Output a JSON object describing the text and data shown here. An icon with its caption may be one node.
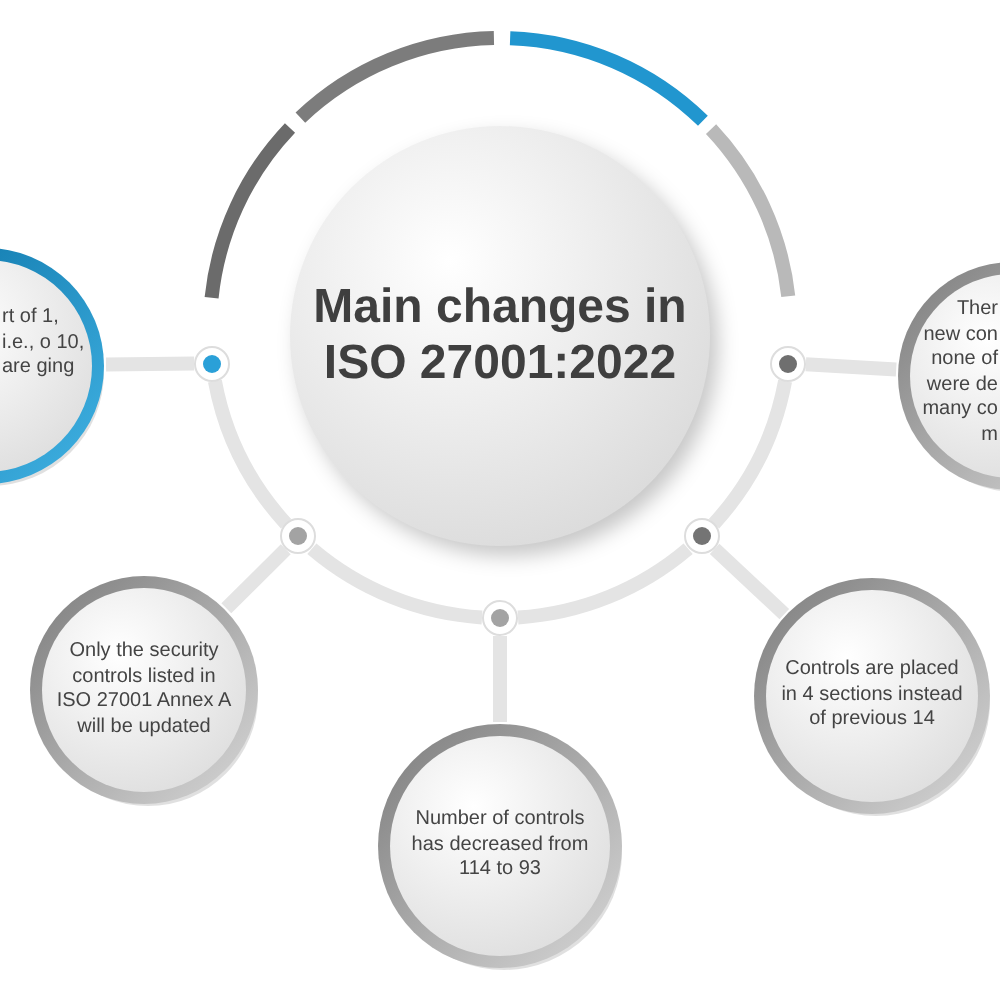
{
  "diagram": {
    "nodes": [
      {
        "text": [
          "Main changes in ISO 27001:2022"
        ]
      },
      {
        "text": [
          "rt of 1, i.e., o 10, are ging"
        ]
      },
      {
        "text": [
          "Ther new con none of were de many co m"
        ]
      },
      {
        "text": [
          "Only the security controls listed in ISO 27001 Annex A will be updated"
        ]
      },
      {
        "text": [
          "Controls are placed in 4 sections instead of previous 14"
        ]
      },
      {
        "text": [
          "Number of controls has decreased from 114 to 93"
        ]
      },
      {
        "text": [],
        "shape": "circle"
      },
      {
        "text": [],
        "shape": "circle"
      },
      {
        "text": [],
        "shape": "circle"
      },
      {
        "text": [],
        "shape": "circle"
      },
      {
        "text": [],
        "shape": "circle"
      }
    ],
    "edges": [
      {
        "from": 6,
        "to": 1,
        "arrow": "none"
      },
      {
        "from": 7,
        "to": 3,
        "arrow": "none"
      },
      {
        "from": 8,
        "to": 5,
        "arrow": "none"
      },
      {
        "from": 9,
        "to": 4,
        "arrow": "none"
      },
      {
        "from": 10,
        "to": 2,
        "arrow": "none"
      },
      {
        "from": 6,
        "to": 7,
        "arrow": "none"
      },
      {
        "from": 7,
        "to": 8,
        "arrow": "none"
      },
      {
        "from": 8,
        "to": 9,
        "arrow": "none"
      },
      {
        "from": 9,
        "to": 10,
        "arrow": "none"
      }
    ]
  }
}
